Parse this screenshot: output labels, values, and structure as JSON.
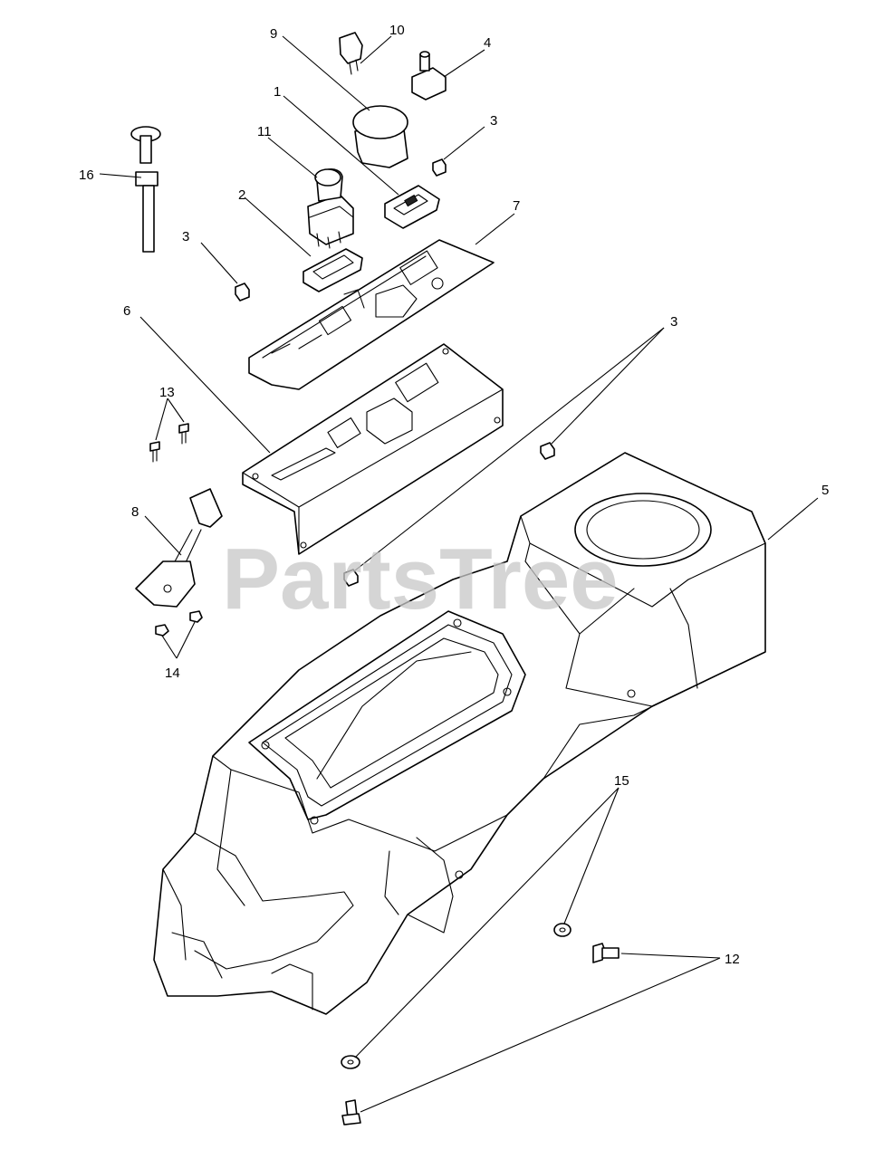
{
  "watermark": "PartsTree",
  "callouts": [
    {
      "id": "c1",
      "label": "1"
    },
    {
      "id": "c2",
      "label": "2"
    },
    {
      "id": "c3a",
      "label": "3"
    },
    {
      "id": "c3b",
      "label": "3"
    },
    {
      "id": "c3c",
      "label": "3"
    },
    {
      "id": "c4",
      "label": "4"
    },
    {
      "id": "c5",
      "label": "5"
    },
    {
      "id": "c6",
      "label": "6"
    },
    {
      "id": "c7",
      "label": "7"
    },
    {
      "id": "c8",
      "label": "8"
    },
    {
      "id": "c9",
      "label": "9"
    },
    {
      "id": "c10",
      "label": "10"
    },
    {
      "id": "c11",
      "label": "11"
    },
    {
      "id": "c12",
      "label": "12"
    },
    {
      "id": "c13",
      "label": "13"
    },
    {
      "id": "c14",
      "label": "14"
    },
    {
      "id": "c15",
      "label": "15"
    },
    {
      "id": "c16",
      "label": "16"
    }
  ]
}
